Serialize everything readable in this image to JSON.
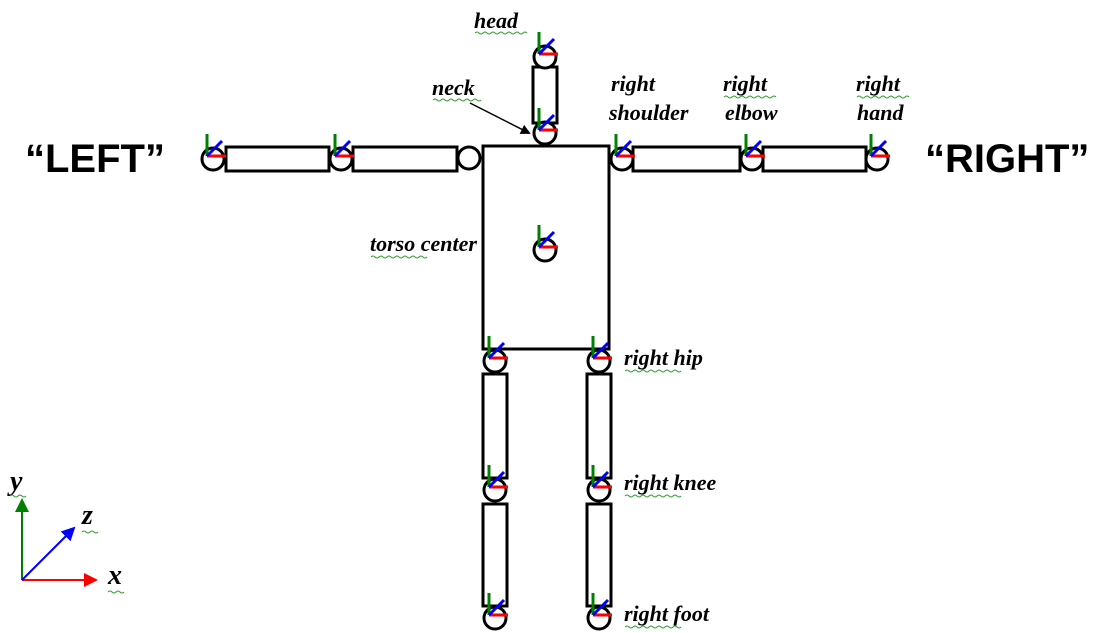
{
  "figure": {
    "side_left": "“LEFT”",
    "side_right": "“RIGHT”",
    "labels": {
      "head": "head",
      "neck": "neck",
      "right_shoulder_1": "right",
      "right_shoulder_2": "shoulder",
      "right_elbow_1": "right",
      "right_elbow_2": "elbow",
      "right_hand_1": "right",
      "right_hand_2": "hand",
      "torso_center": "torso center",
      "right_hip": "right hip",
      "right_knee": "right knee",
      "right_foot": "right foot"
    },
    "axes": {
      "x": "x",
      "y": "y",
      "z": "z"
    },
    "colors": {
      "x_axis": "#ff0000",
      "y_axis": "#008000",
      "z_axis": "#0000ff",
      "outline": "#000000"
    }
  }
}
